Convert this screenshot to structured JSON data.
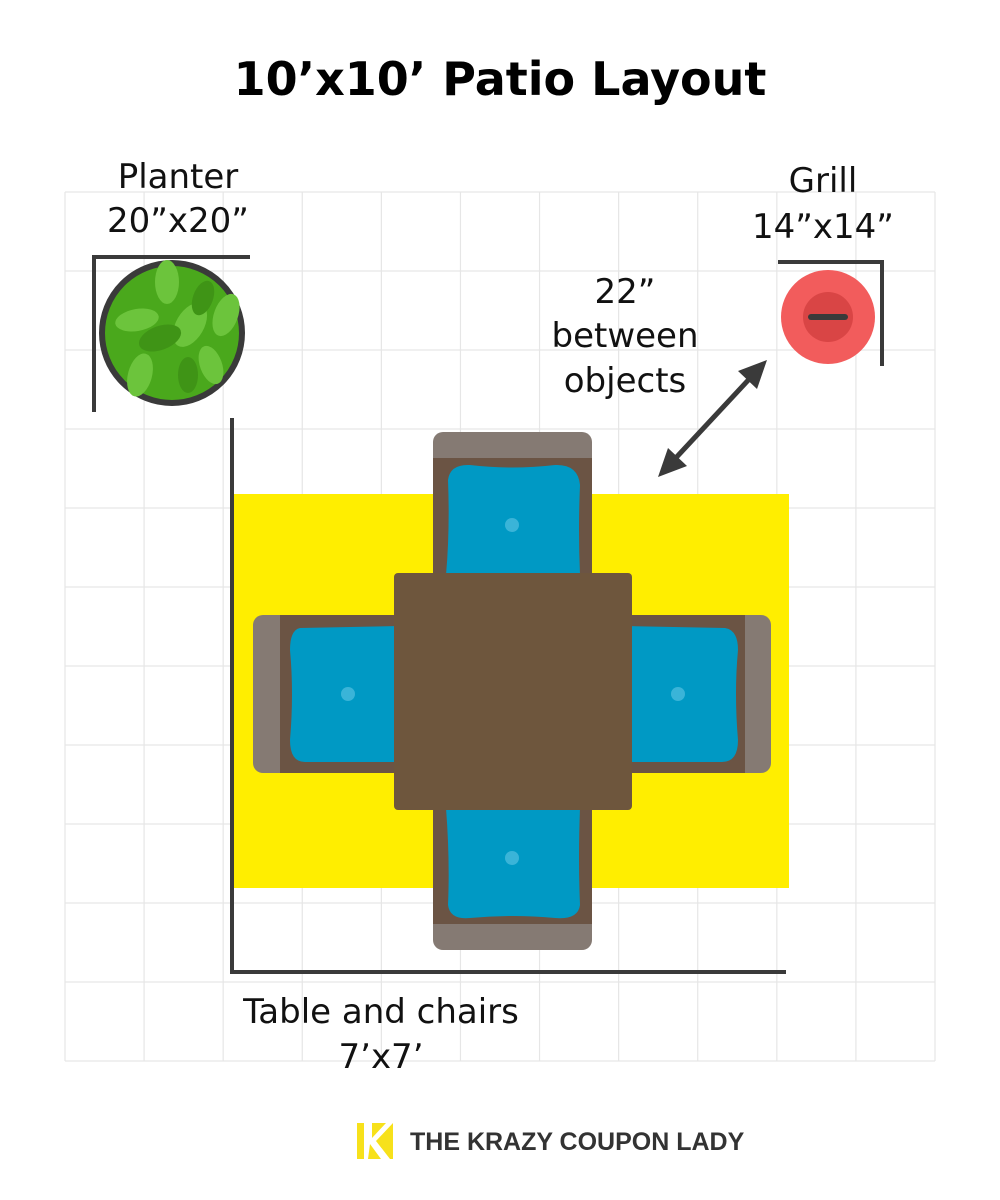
{
  "title": "10’x10’ Patio Layout",
  "labels": {
    "planter_name": "Planter",
    "planter_size": "20”x20”",
    "grill_name": "Grill",
    "grill_size": "14”x14”",
    "gap_value": "22”",
    "gap_line2": "between",
    "gap_line3": "objects",
    "table_name": "Table and chairs",
    "table_size": "7’x7’"
  },
  "brand": {
    "name": "THE KRAZY COUPON LADY"
  },
  "colors": {
    "grid": "#e6e6e6",
    "rug": "#ffee00",
    "table": "#6e563d",
    "chair_frame": "#6b5444",
    "chair_back": "#857a73",
    "cushion": "#0099c4",
    "planter": "#4aa81c",
    "grill": "#f25c5c",
    "bracket": "#3a3a3a"
  },
  "grid": {
    "columns": 11,
    "rows": 11
  }
}
